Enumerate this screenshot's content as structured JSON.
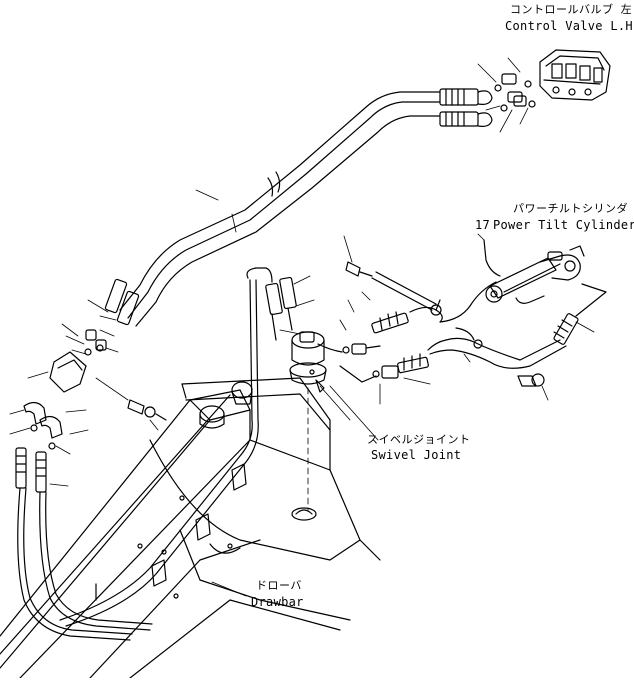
{
  "labels": {
    "control_valve_jp": "コントロールバルブ 左",
    "control_valve_en": "Control Valve L.H.",
    "power_tilt_jp": "パワーチルトシリンダ",
    "power_tilt_en": "Power Tilt Cylinder",
    "swivel_jp": "スイベルジョイント",
    "swivel_en": "Swivel Joint",
    "drawbar_jp": "ドローバ",
    "drawbar_en": "Drawbar",
    "ref_number": "17"
  },
  "colors": {
    "line": "#000000",
    "background": "#ffffff"
  }
}
